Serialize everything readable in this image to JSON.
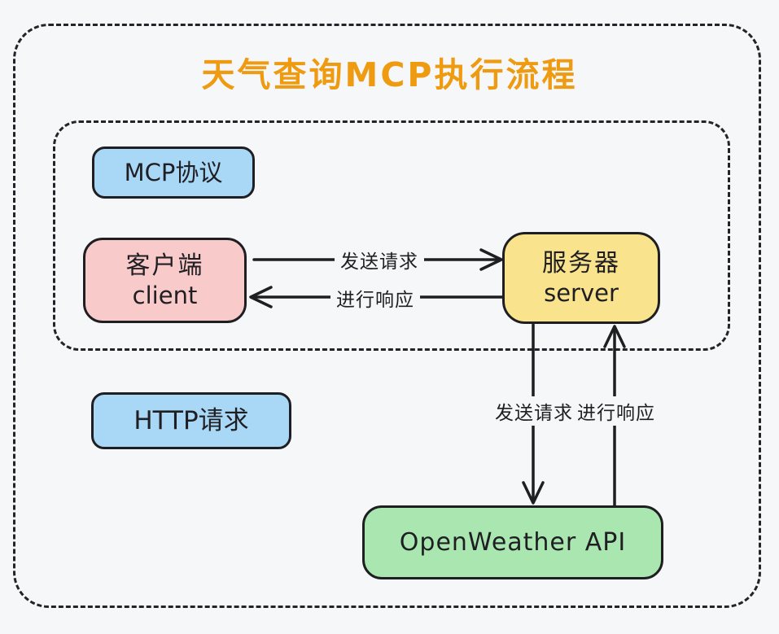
{
  "title": "天气查询MCP执行流程",
  "nodes": {
    "mcp_protocol": {
      "label": "MCP协议"
    },
    "client": {
      "title": "客户端",
      "subtitle": "client"
    },
    "server": {
      "title": "服务器",
      "subtitle": "server"
    },
    "http_request": {
      "label": "HTTP请求"
    },
    "openweather_api": {
      "label": "OpenWeather API"
    }
  },
  "edges": {
    "client_to_server": "发送请求",
    "server_to_client": "进行响应",
    "server_to_api": "发送请求",
    "api_to_server": "进行响应"
  },
  "colors": {
    "background": "#f6f7f9",
    "title": "#ef9b11",
    "line": "#1f1f23",
    "blue_box": "#a9d7f6",
    "pink_box": "#f9caca",
    "yellow_box": "#f9e38c",
    "green_box": "#aae7b0"
  }
}
